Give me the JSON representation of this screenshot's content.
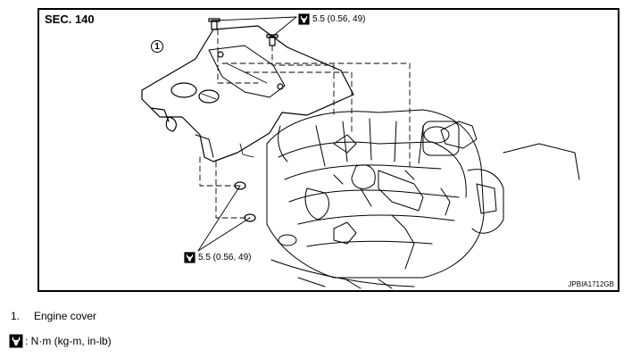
{
  "figure": {
    "section": "SEC. 140",
    "code": "JPBIA1712GB",
    "callout": "1",
    "torque_top": "5.5 (0.56, 49)",
    "torque_bottom": "5.5 (0.56, 49)"
  },
  "legend": {
    "items": [
      {
        "number": "1.",
        "label": "Engine cover"
      }
    ],
    "units": ": N·m (kg-m, in-lb)"
  }
}
